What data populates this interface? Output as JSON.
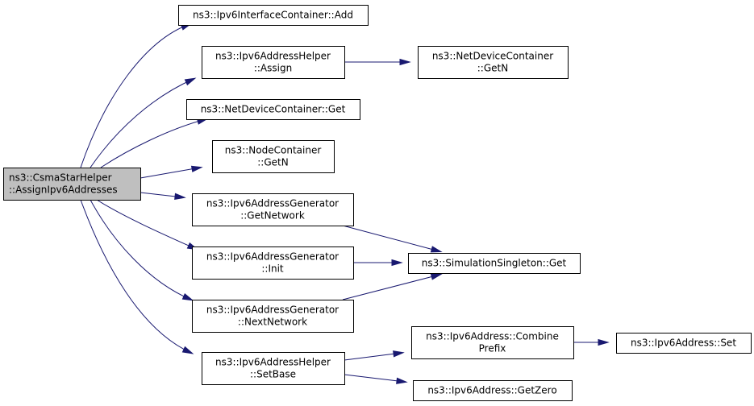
{
  "graph": {
    "root": {
      "id": "root",
      "lines": [
        "ns3::CsmaStarHelper",
        "::AssignIpv6Addresses"
      ]
    },
    "nodes": [
      {
        "id": "ifc_add",
        "lines": [
          "ns3::Ipv6InterfaceContainer::Add"
        ]
      },
      {
        "id": "ah_assign",
        "lines": [
          "ns3::Ipv6AddressHelper",
          "::Assign"
        ]
      },
      {
        "id": "ndc_getn",
        "lines": [
          "ns3::NetDeviceContainer",
          "::GetN"
        ]
      },
      {
        "id": "ndc_get",
        "lines": [
          "ns3::NetDeviceContainer::Get"
        ]
      },
      {
        "id": "nc_getn",
        "lines": [
          "ns3::NodeContainer",
          "::GetN"
        ]
      },
      {
        "id": "ag_getnet",
        "lines": [
          "ns3::Ipv6AddressGenerator",
          "::GetNetwork"
        ]
      },
      {
        "id": "ag_init",
        "lines": [
          "ns3::Ipv6AddressGenerator",
          "::Init"
        ]
      },
      {
        "id": "ss_get",
        "lines": [
          "ns3::SimulationSingleton::Get"
        ]
      },
      {
        "id": "ag_next",
        "lines": [
          "ns3::Ipv6AddressGenerator",
          "::NextNetwork"
        ]
      },
      {
        "id": "addr_comb",
        "lines": [
          "ns3::Ipv6Address::Combine",
          "Prefix"
        ]
      },
      {
        "id": "addr_set",
        "lines": [
          "ns3::Ipv6Address::Set"
        ]
      },
      {
        "id": "ah_setbase",
        "lines": [
          "ns3::Ipv6AddressHelper",
          "::SetBase"
        ]
      },
      {
        "id": "addr_zero",
        "lines": [
          "ns3::Ipv6Address::GetZero"
        ]
      }
    ],
    "edges": [
      {
        "from": "root",
        "to": "ifc_add"
      },
      {
        "from": "root",
        "to": "ah_assign"
      },
      {
        "from": "root",
        "to": "ndc_get"
      },
      {
        "from": "root",
        "to": "nc_getn"
      },
      {
        "from": "root",
        "to": "ag_getnet"
      },
      {
        "from": "root",
        "to": "ag_init"
      },
      {
        "from": "root",
        "to": "ag_next"
      },
      {
        "from": "root",
        "to": "ah_setbase"
      },
      {
        "from": "ah_assign",
        "to": "ndc_getn"
      },
      {
        "from": "ag_getnet",
        "to": "ss_get"
      },
      {
        "from": "ag_init",
        "to": "ss_get"
      },
      {
        "from": "ag_next",
        "to": "ss_get"
      },
      {
        "from": "ah_setbase",
        "to": "addr_comb"
      },
      {
        "from": "ah_setbase",
        "to": "addr_zero"
      },
      {
        "from": "addr_comb",
        "to": "addr_set"
      }
    ],
    "colors": {
      "edge": "#191970",
      "root_fill": "#bfbfbf",
      "node_fill": "#ffffff",
      "border": "#000000"
    }
  }
}
